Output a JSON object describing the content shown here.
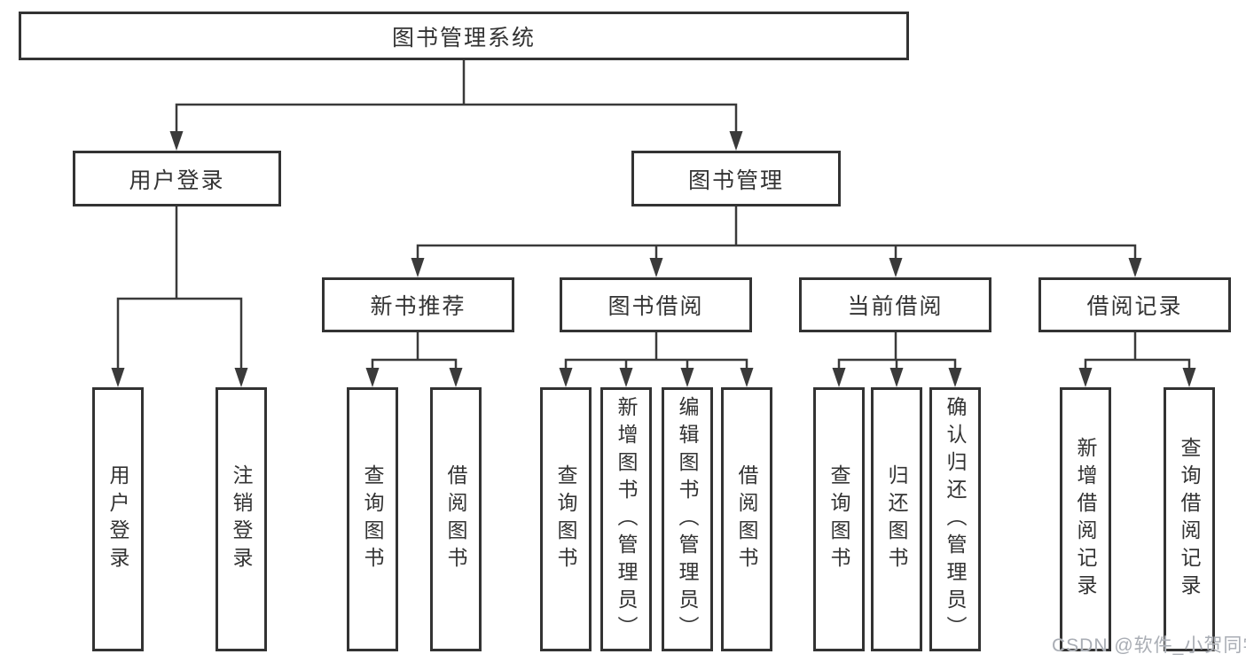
{
  "diagram": {
    "type": "tree",
    "root": {
      "label": "图书管理系统",
      "children": [
        {
          "label": "用户登录",
          "children": [
            {
              "label": "用户登录"
            },
            {
              "label": "注销登录"
            }
          ]
        },
        {
          "label": "图书管理",
          "children": [
            {
              "label": "新书推荐",
              "children": [
                {
                  "label": "查询图书"
                },
                {
                  "label": "借阅图书"
                }
              ]
            },
            {
              "label": "图书借阅",
              "children": [
                {
                  "label": "查询图书"
                },
                {
                  "label": "新增图书（管理员）"
                },
                {
                  "label": "编辑图书（管理员）"
                },
                {
                  "label": "借阅图书"
                }
              ]
            },
            {
              "label": "当前借阅",
              "children": [
                {
                  "label": "查询图书"
                },
                {
                  "label": "归还图书"
                },
                {
                  "label": "确认归还（管理员）"
                }
              ]
            },
            {
              "label": "借阅记录",
              "children": [
                {
                  "label": "新增借阅记录"
                },
                {
                  "label": "查询借阅记录"
                }
              ]
            }
          ]
        }
      ]
    }
  },
  "watermark": {
    "text": "CSDN @软件_小贺同学"
  },
  "colors": {
    "line": "#3a3a3a",
    "box_border": "#333333",
    "text": "#333333",
    "watermark": "#a9adb4",
    "background": "#ffffff"
  }
}
